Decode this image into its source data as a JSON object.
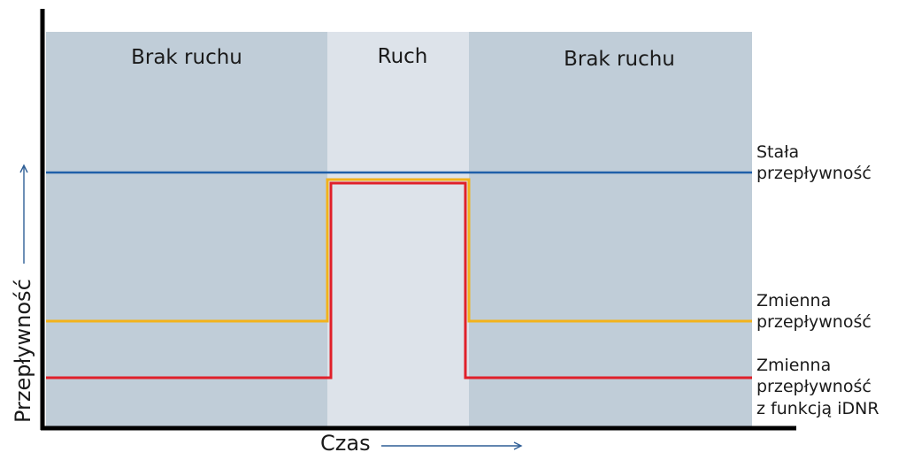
{
  "axes": {
    "x_label": "Czas",
    "y_label": "Przepływność"
  },
  "regions": [
    {
      "label": "Brak ruchu",
      "fill": "#c0cdd8"
    },
    {
      "label": "Ruch",
      "fill": "#dde3ea"
    },
    {
      "label": "Brak ruchu",
      "fill": "#c0cdd8"
    }
  ],
  "series": [
    {
      "lines": [
        "Stała",
        "przepływność"
      ],
      "color": "#1f5fa8"
    },
    {
      "lines": [
        "Zmienna",
        "przepływność"
      ],
      "color": "#f2b21b"
    },
    {
      "lines": [
        "Zmienna",
        "przepływność",
        "z funkcją iDNR"
      ],
      "color": "#e0202a"
    }
  ],
  "colors": {
    "axis": "#000000",
    "arrow": "#2f5f96"
  }
}
